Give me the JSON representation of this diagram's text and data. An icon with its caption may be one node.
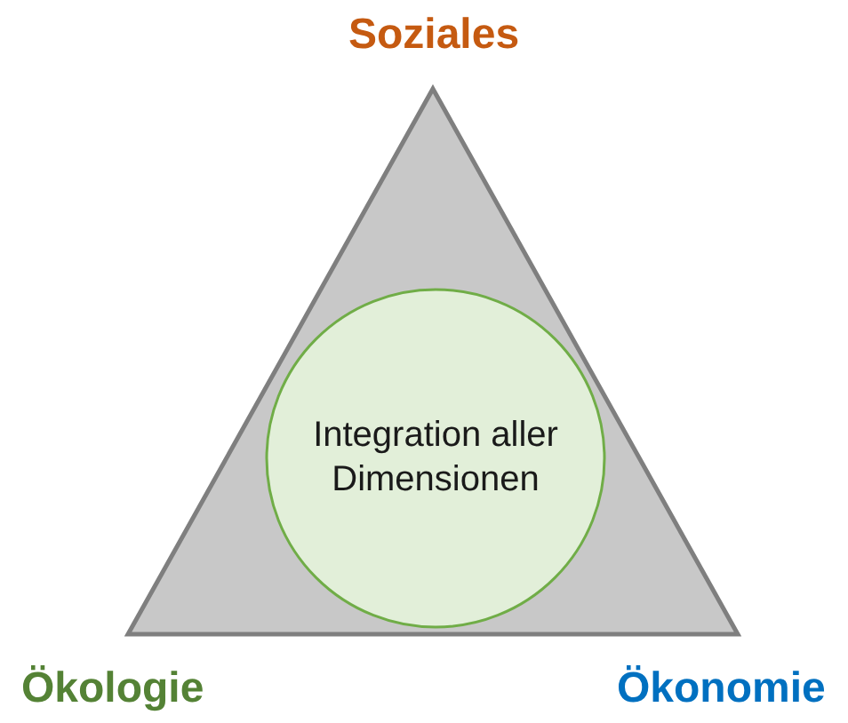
{
  "diagram": {
    "nodes": [
      {
        "text": [],
        "shape": "triangle"
      },
      {
        "text": [
          "Integration aller Dimensionen"
        ],
        "in": 0
      }
    ],
    "labels": [
      "Soziales",
      "Ökologie",
      "Ökonomie"
    ]
  }
}
